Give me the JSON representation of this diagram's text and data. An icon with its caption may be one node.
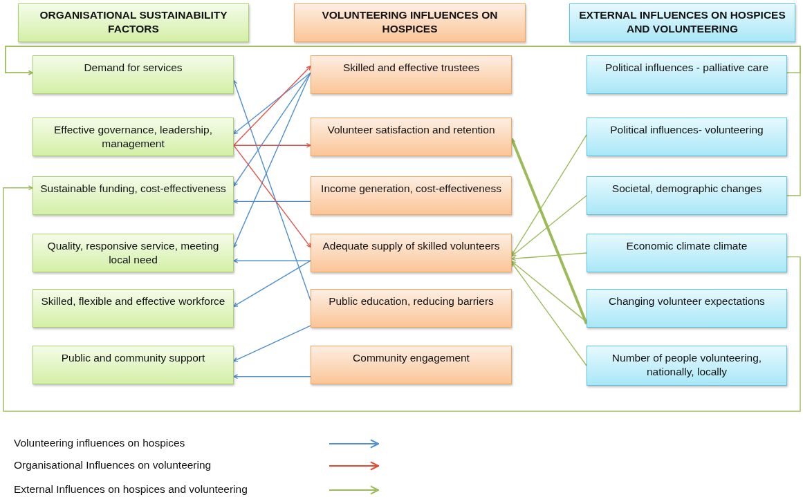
{
  "diagram": {
    "nodes": [
      {
        "text": [
          "ORGANISATIONAL SUSTAINABILITY FACTORS"
        ]
      },
      {
        "text": [
          "VOLUNTEERING INFLUENCES ON HOSPICES"
        ]
      },
      {
        "text": [
          "EXTERNAL INFLUENCES ON HOSPICES AND VOLUNTEERING"
        ]
      },
      {
        "text": [
          "Demand for services"
        ]
      },
      {
        "text": [
          "Effective governance, leadership, management"
        ]
      },
      {
        "text": [
          "Sustainable funding, cost-effectiveness"
        ]
      },
      {
        "text": [
          "Quality, responsive service, meeting local need"
        ]
      },
      {
        "text": [
          "Skilled, flexible and effective workforce"
        ]
      },
      {
        "text": [
          "Public and community support"
        ]
      },
      {
        "text": [
          "Skilled and effective trustees"
        ]
      },
      {
        "text": [
          "Volunteer satisfaction and retention"
        ]
      },
      {
        "text": [
          "Income generation, cost-effectiveness"
        ]
      },
      {
        "text": [
          "Adequate supply of skilled volunteers"
        ]
      },
      {
        "text": [
          "Public education, reducing barriers"
        ]
      },
      {
        "text": [
          "Community engagement"
        ]
      },
      {
        "text": [
          "Political influences - palliative care"
        ]
      },
      {
        "text": [
          "Political influences- volunteering"
        ]
      },
      {
        "text": [
          "Societal, demographic changes"
        ]
      },
      {
        "text": [
          "Economic climate climate"
        ]
      },
      {
        "text": [
          "Changing volunteer expectations"
        ]
      },
      {
        "text": [
          "Number of people volunteering, nationally, locally"
        ]
      }
    ],
    "edges": [
      {
        "from": 9,
        "to": 4,
        "arrow": "to"
      },
      {
        "from": 9,
        "to": 5,
        "arrow": "to"
      },
      {
        "from": 9,
        "to": 6,
        "arrow": "to"
      },
      {
        "from": 11,
        "to": 5,
        "arrow": "to"
      },
      {
        "from": 12,
        "to": 6,
        "arrow": "to"
      },
      {
        "from": 12,
        "to": 7,
        "arrow": "to"
      },
      {
        "from": 13,
        "to": 3,
        "arrow": "to"
      },
      {
        "from": 13,
        "to": 8,
        "arrow": "to"
      },
      {
        "from": 14,
        "to": 8,
        "arrow": "to"
      },
      {
        "from": 4,
        "to": 9,
        "arrow": "to",
        "color": "#e0524a"
      },
      {
        "from": 4,
        "to": 10,
        "arrow": "to",
        "color": "#e0524a"
      },
      {
        "from": 4,
        "to": 12,
        "arrow": "to",
        "color": "#e0524a"
      },
      {
        "from": 16,
        "to": 12,
        "arrow": "to",
        "color": "#9bbb59"
      },
      {
        "from": 17,
        "to": 12,
        "arrow": "to",
        "color": "#9bbb59"
      },
      {
        "from": 18,
        "to": 12,
        "arrow": "to",
        "color": "#9bbb59"
      },
      {
        "from": 19,
        "to": 12,
        "arrow": "to",
        "color": "#9bbb59"
      },
      {
        "from": 20,
        "to": 12,
        "arrow": "to",
        "color": "#9bbb59"
      },
      {
        "from": 19,
        "to": 10,
        "arrow": "to",
        "color": "#9bbb59",
        "style": "thick"
      },
      {
        "from": 15,
        "to": 3,
        "arrow": "to",
        "color": "#9bbb59"
      },
      {
        "from": 17,
        "to": 3,
        "arrow": "to",
        "color": "#9bbb59"
      },
      {
        "from": 18,
        "to": 5,
        "arrow": "to",
        "color": "#9bbb59"
      }
    ],
    "legend": [
      {
        "text": "Volunteering influences on hospices"
      },
      {
        "text": "Organisational Influences on volunteering"
      },
      {
        "text": "External Influences on hospices and volunteering"
      }
    ]
  }
}
